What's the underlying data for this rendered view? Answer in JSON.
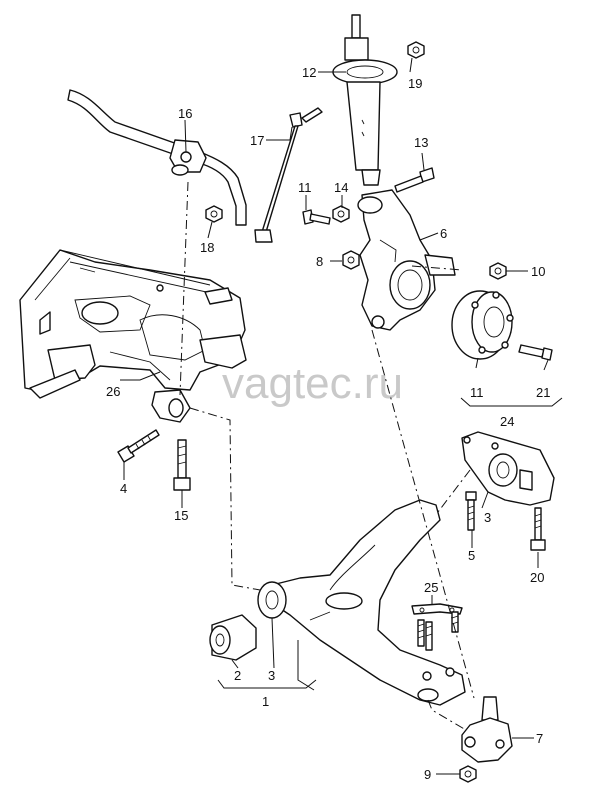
{
  "watermark": "vagtec.ru",
  "labels": {
    "l1": "1",
    "l2": "2",
    "l3": "3",
    "l3b": "3",
    "l4": "4",
    "l5": "5",
    "l6": "6",
    "l7": "7",
    "l8": "8",
    "l9": "9",
    "l10": "10",
    "l11": "11",
    "l11b": "11",
    "l12": "12",
    "l13": "13",
    "l14": "14",
    "l15": "15",
    "l16": "16",
    "l17": "17",
    "l18": "18",
    "l19": "19",
    "l20": "20",
    "l21": "21",
    "l24": "24",
    "l25": "25",
    "l26": "26"
  }
}
